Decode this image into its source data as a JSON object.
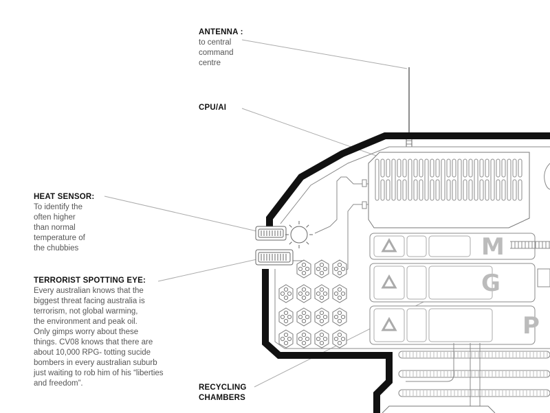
{
  "labels": {
    "antenna": {
      "head": "ANTENNA :",
      "desc": "to central\ncommand\ncentre"
    },
    "cpu": {
      "head": "CPU/AI"
    },
    "heat_sensor": {
      "head": "HEAT SENSOR:",
      "desc": "To identify the\noften higher\nthan normal\ntemperature of\nthe chubbies"
    },
    "eye": {
      "head": "TERRORIST SPOTTING EYE:",
      "desc": "Every australian knows that the\nbiggest threat facing australia is\nterrorism, not global warming,\nthe environment and peak oil.\nOnly gimps worry about these\nthings. CV08 knows that there are\nabout 10,000 RPG- totting sucide\nbombers in every australian suburb\njust waiting to rob him of his “liberties\nand freedom”."
    },
    "recycling": {
      "head": "RECYCLING\nCHAMBERS"
    }
  },
  "chambers": [
    {
      "letter": "M",
      "icon": "recycle-icon"
    },
    {
      "letter": "G",
      "icon": "recycle-icon"
    },
    {
      "letter": "P",
      "icon": "recycle-icon"
    }
  ],
  "colors": {
    "hull": "#111111",
    "line": "#888888",
    "leader": "#aaaaaa",
    "letter": "#bbbbbb"
  }
}
